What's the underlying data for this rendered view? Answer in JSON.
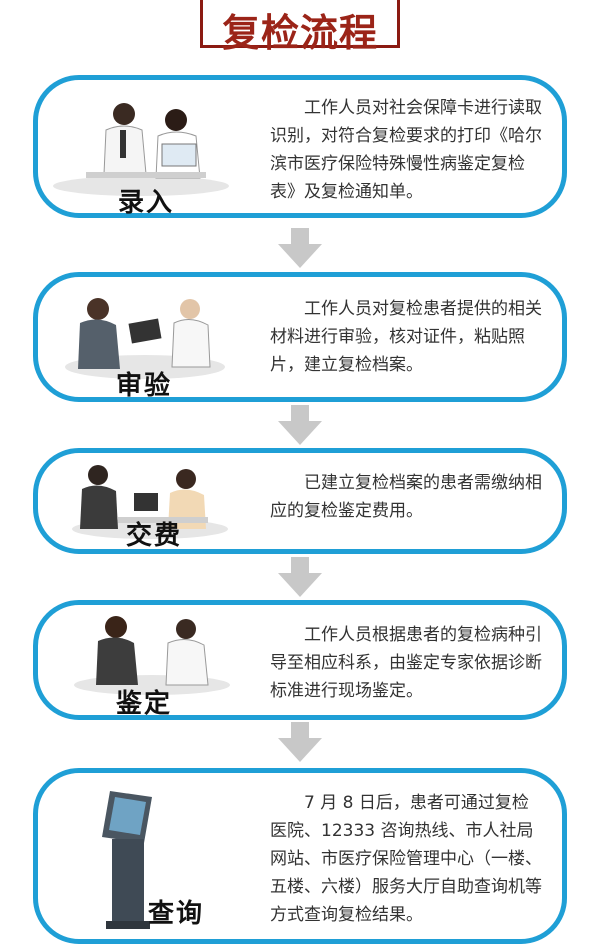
{
  "title": "复检流程",
  "steps": [
    {
      "label": "录入",
      "text": "工作人员对社会保障卡进行读取识别，对符合复检要求的打印《哈尔滨市医疗保险特殊慢性病鉴定复检表》及复检通知单。",
      "icon": "people-at-computer-icon"
    },
    {
      "label": "审验",
      "text": "工作人员对复检患者提供的相关材料进行审验，核对证件，粘贴照片，建立复检档案。",
      "icon": "people-reviewing-icon"
    },
    {
      "label": "交费",
      "text": "已建立复检档案的患者需缴纳相应的复检鉴定费用。",
      "icon": "payment-desk-icon"
    },
    {
      "label": "鉴定",
      "text": "工作人员根据患者的复检病种引导至相应科系，由鉴定专家依据诊断标准进行现场鉴定。",
      "icon": "expert-consultation-icon"
    },
    {
      "label": "查询",
      "text": "7 月 8 日后，患者可通过复检医院、12333 咨询热线、市人社局网站、市医疗保险管理中心（一楼、五楼、六楼）服务大厅自助查询机等方式查询复检结果。",
      "icon": "self-service-kiosk-icon"
    }
  ],
  "colors": {
    "border": "#1f9fd6",
    "title": "#9b2418",
    "arrow": "#c8c8c8"
  }
}
